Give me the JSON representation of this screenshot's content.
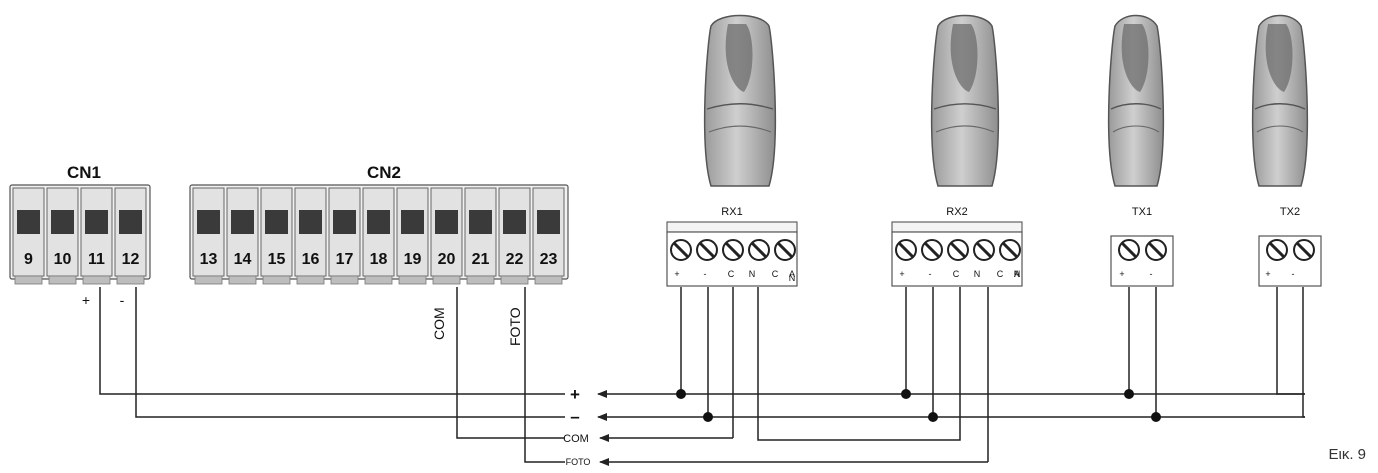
{
  "connectors": {
    "cn1": {
      "title": "CN1",
      "terminals": [
        "9",
        "10",
        "11",
        "12"
      ]
    },
    "cn2": {
      "title": "CN2",
      "terminals": [
        "13",
        "14",
        "15",
        "16",
        "17",
        "18",
        "19",
        "20",
        "21",
        "22",
        "23"
      ]
    }
  },
  "terminal_marks": {
    "plus": "+",
    "minus": "-",
    "com": "COM",
    "foto": "FOTO"
  },
  "devices": {
    "rx1": {
      "label": "RX1",
      "pins": [
        "+",
        "-",
        "C",
        "N",
        "C",
        "A",
        "N"
      ]
    },
    "rx2": {
      "label": "RX2",
      "pins": [
        "+",
        "-",
        "C",
        "N",
        "C",
        "N",
        "A"
      ]
    },
    "tx1": {
      "label": "TX1",
      "pins": [
        "+",
        "-"
      ]
    },
    "tx2": {
      "label": "TX2",
      "pins": [
        "+",
        "-"
      ]
    }
  },
  "bus": {
    "plus": "+",
    "minus": "–",
    "com": "COM",
    "foto": "FOTO"
  },
  "figure_label": "Εικ. 9"
}
